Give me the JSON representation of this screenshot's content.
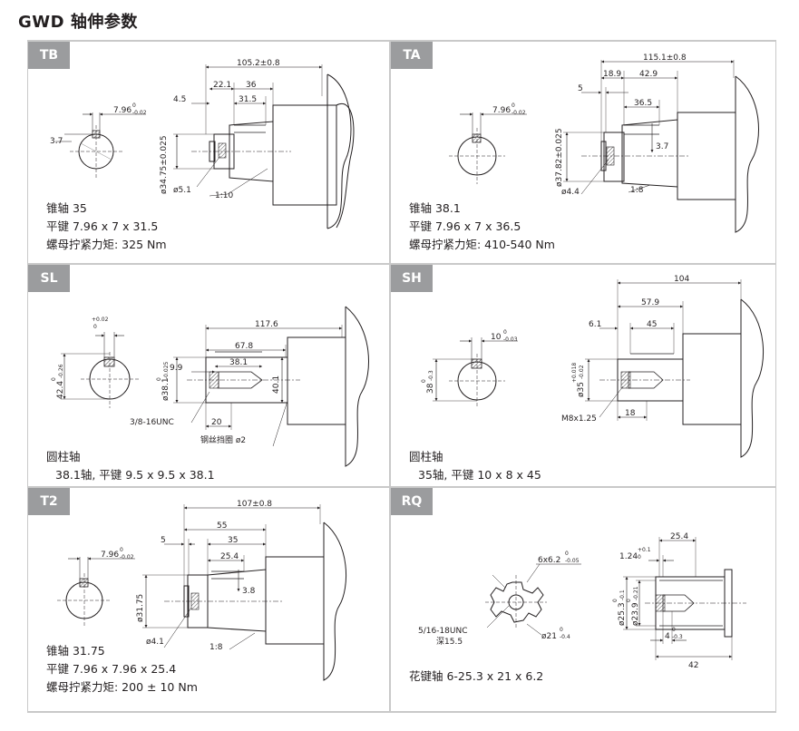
{
  "title": "GWD 轴伸参数",
  "colors": {
    "tag_bg": "#9b9c9e",
    "border": "#c9c9c9",
    "text": "#231f20",
    "hatch": "#555555"
  },
  "panels": {
    "tb": {
      "tag": "TB",
      "dims": {
        "total": "105.2±0.8",
        "d1": "22.1",
        "d2": "36",
        "d3": "4.5",
        "d4": "31.5",
        "key": "7.96",
        "key_tol": "-0.02",
        "key_up": "0",
        "depth": "3.7",
        "dia": "ø34.75±0.025",
        "hole": "ø5.1",
        "taper": "1:10"
      },
      "lines": [
        "锥轴   35",
        "平键 7.96 x 7 x 31.5",
        "螺母拧紧力矩: 325 Nm"
      ]
    },
    "ta": {
      "tag": "TA",
      "dims": {
        "total": "115.1±0.8",
        "d1": "18.9",
        "d2": "42.9",
        "d3": "5",
        "d4": "36.5",
        "key": "7.96",
        "key_tol": "-0.02",
        "key_up": "0",
        "depth": "3.7",
        "dia": "ø37.82±0.025",
        "hole": "ø4.4",
        "taper": "1:8"
      },
      "lines": [
        "锥轴   38.1",
        "平键 7.96 x 7 x 36.5",
        "螺母拧紧力矩: 410-540 Nm"
      ]
    },
    "sl": {
      "tag": "SL",
      "dims": {
        "total": "117.6",
        "d1": "67.8",
        "d2": "9.9",
        "d3": "38.1",
        "d4": "20",
        "key_up": "+0.02",
        "key_low": "0",
        "depth": "42.4",
        "depth_tol": "-0.26",
        "depth_up": "0",
        "dia": "ø38.1",
        "dia_tol": "-0.025",
        "dia_up": "0",
        "dia2": "40.1",
        "thread": "3/8-16UNC",
        "ring": "钢丝挡圈 ø2"
      },
      "lines": [
        "圆柱轴",
        "38.1轴, 平键 9.5 x 9.5 x 38.1"
      ]
    },
    "sh": {
      "tag": "SH",
      "dims": {
        "total": "104",
        "d1": "57.9",
        "d2": "6.1",
        "d3": "45",
        "d4": "18",
        "key": "10",
        "key_tol": "-0.03",
        "key_up": "0",
        "depth": "38",
        "depth_tol": "-0.3",
        "depth_up": "0",
        "dia": "ø35",
        "dia_tol": "-0.02",
        "dia_up": "+0.018",
        "thread": "M8x1.25"
      },
      "lines": [
        "圆柱轴",
        "35轴, 平键 10 x 8 x 45"
      ]
    },
    "t2": {
      "tag": "T2",
      "dims": {
        "total": "107±0.8",
        "d1": "55",
        "d2": "5",
        "d3": "35",
        "d4": "25.4",
        "d5": "3.8",
        "key": "7.96",
        "key_tol": "-0.02",
        "key_up": "0",
        "dia": "ø31.75",
        "hole": "ø4.1",
        "taper": "1:8"
      },
      "lines": [
        "锥轴   31.75",
        "平键 7.96 x 7.96 x 25.4",
        "螺母拧紧力矩: 200 ± 10 Nm"
      ]
    },
    "rq": {
      "tag": "RQ",
      "dims": {
        "spline": "6x6.2",
        "spline_tol": "-0.05",
        "spline_up": "0",
        "thread": "5/16-18UNC",
        "thread_depth": "深15.5",
        "minor": "ø21",
        "minor_tol": "-0.4",
        "minor_up": "0",
        "len": "25.4",
        "d1": "1.24",
        "d1_tol": "0",
        "d1_up": "+0.1",
        "d2": "4",
        "d2_tol": "-0.3",
        "d2_up": "0",
        "total": "42",
        "dia": "ø25.3",
        "dia_tol": "-0.1",
        "dia_up": "0",
        "dia2": "ø23.9",
        "dia2_tol": "-0.21",
        "dia2_up": "0"
      },
      "lines": [
        "花键轴 6-25.3 x 21 x 6.2"
      ]
    }
  }
}
